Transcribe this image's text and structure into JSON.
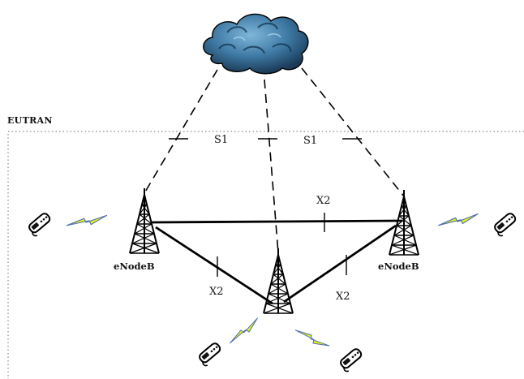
{
  "diagram": {
    "region_label": "EUTRAN",
    "node_labels": {
      "left_enodeb": "eNodeB",
      "right_enodeb": "eNodeB"
    },
    "interface_labels": {
      "s1_left": "S1",
      "s1_right": "S1",
      "x2_top": "X2",
      "x2_left": "X2",
      "x2_right": "X2"
    },
    "icons": {
      "core": "cloud-icon",
      "tower": "cell-tower-icon",
      "phone": "mobile-phone-icon",
      "radio": "lightning-bolt-icon"
    },
    "colors": {
      "cloud_dark": "#1f4766",
      "cloud_light": "#5f9cc4",
      "bolt": "#e6ef1e",
      "bolt_outline": "#4f6fb0",
      "line": "#000000",
      "region_border": "#8a8a8a"
    }
  }
}
